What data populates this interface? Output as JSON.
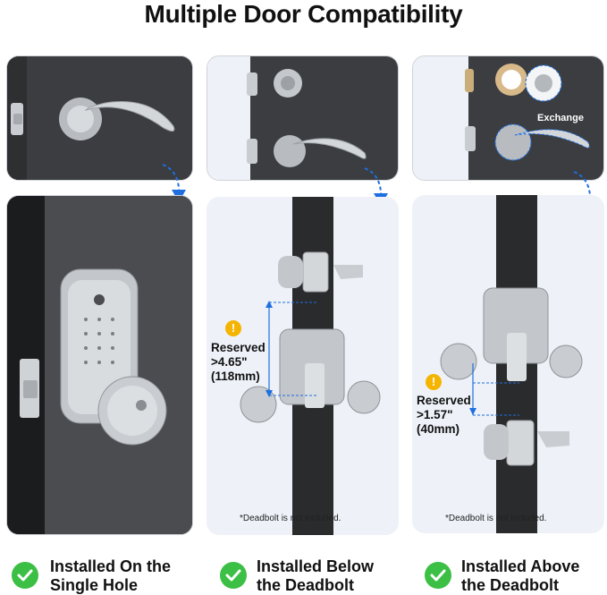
{
  "title": "Multiple Door Compatibility",
  "columns": [
    {
      "caption_line1": "Installed On the",
      "caption_line2": "Single Hole"
    },
    {
      "caption_line1": "Installed Below",
      "caption_line2": "the Deadbolt",
      "reserved_label": "Reserved",
      "reserved_value": ">4.65\"",
      "reserved_metric": "(118mm)",
      "note": "*Deadbolt is not included."
    },
    {
      "caption_line1": "Installed Above",
      "caption_line2": "the Deadbolt",
      "exchange_label": "Exchange",
      "reserved_label": "Reserved",
      "reserved_value": ">1.57\"",
      "reserved_metric": "(40mm)",
      "note": "*Deadbolt is not included."
    }
  ],
  "colors": {
    "check": "#3bbf45",
    "arrow": "#1e6fe0",
    "warning": "#f4b400",
    "door": "#2a2b2d"
  }
}
